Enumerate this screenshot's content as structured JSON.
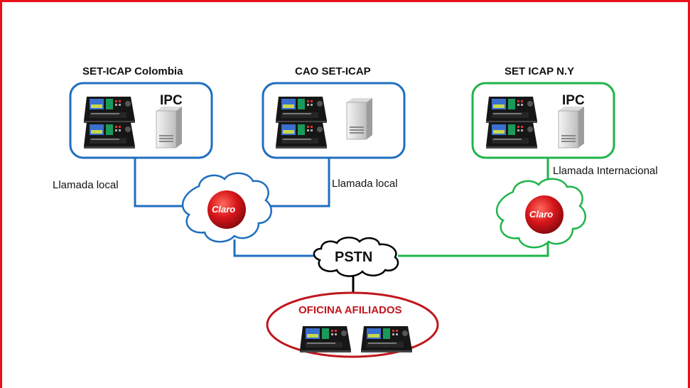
{
  "colors": {
    "frame": "#e8101a",
    "colombia_link": "#1f6fbf",
    "ny_link": "#1fb44a",
    "pstn_link": "#000000",
    "afiliados": "#c0161d",
    "claro": "#d8161b"
  },
  "sites": {
    "colombia": {
      "title": "SET-ICAP Colombia",
      "server_label": "IPC"
    },
    "cao": {
      "title": "CAO SET-ICAP"
    },
    "ny": {
      "title": "SET ICAP N.Y",
      "server_label": "IPC"
    }
  },
  "links": {
    "colombia_call": "Llamada local",
    "cao_call": "Llamada local",
    "ny_call": "Llamada Internacional"
  },
  "clouds": {
    "claro_left": "Claro",
    "claro_right": "Claro",
    "pstn": "PSTN"
  },
  "office": {
    "title": "OFICINA AFILIADOS"
  },
  "icons": {
    "terminal": "trading-terminal-icon",
    "server": "server-tower-icon",
    "claro": "claro-logo-icon"
  }
}
